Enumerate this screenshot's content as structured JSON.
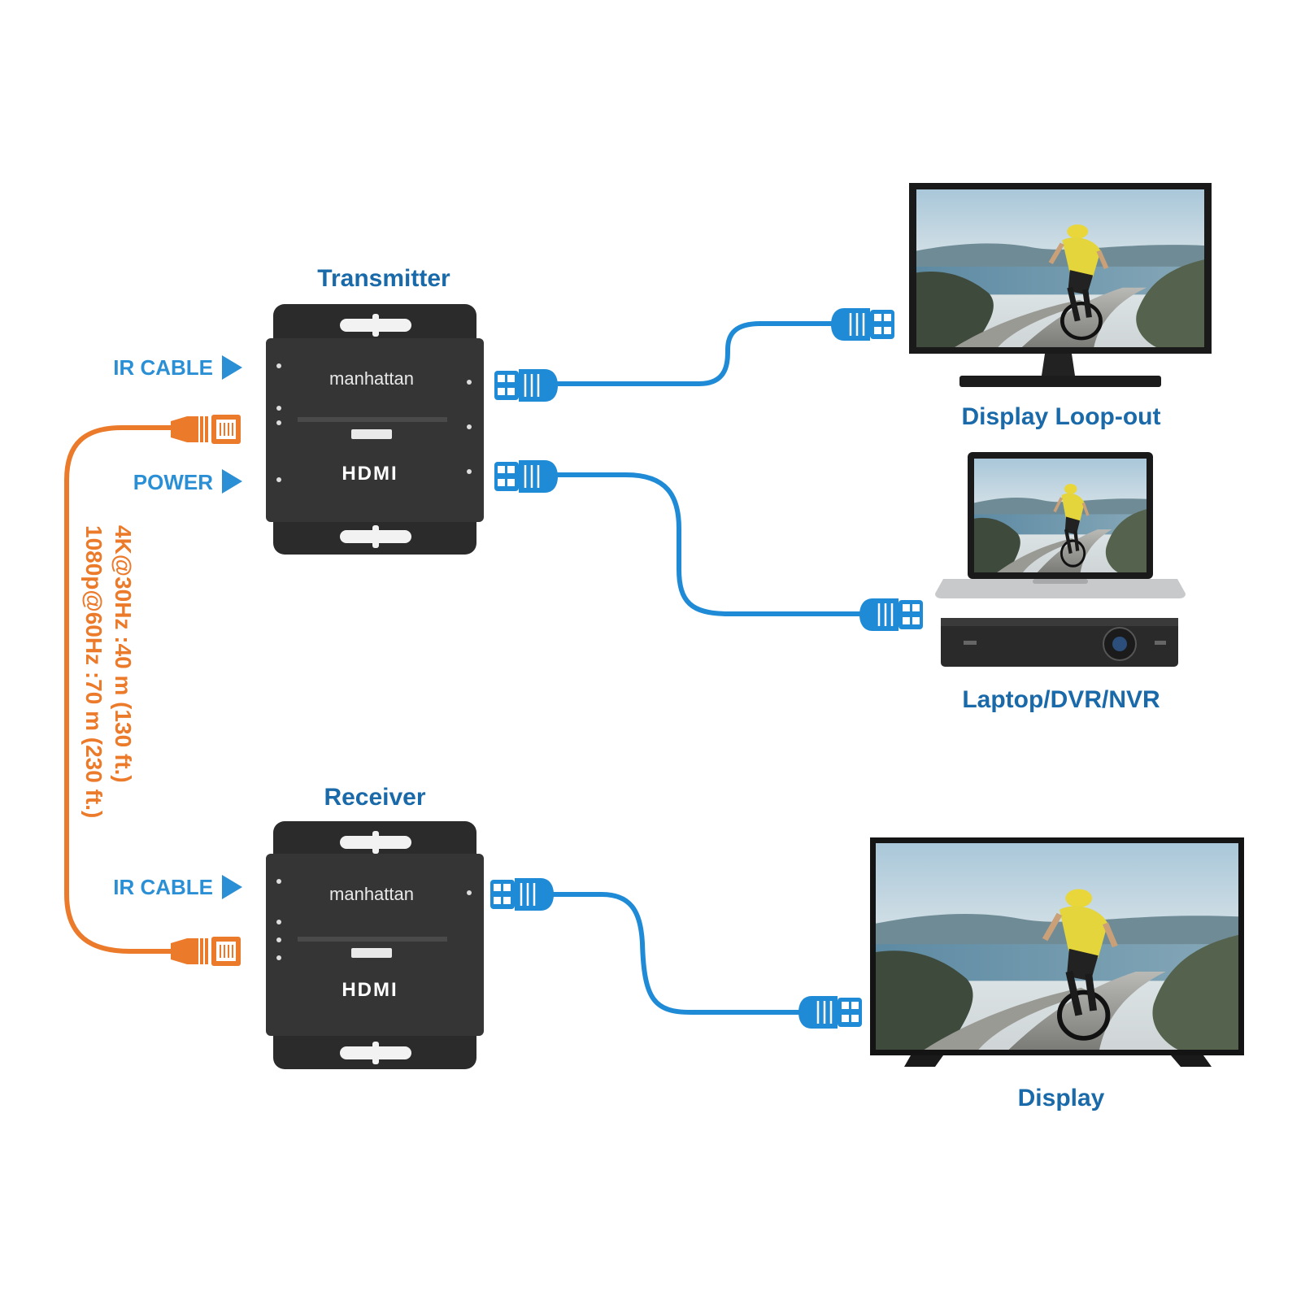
{
  "transmitter": {
    "title": "Transmitter",
    "brand": "manhattan",
    "logo": "HDMI",
    "ports": {
      "ir": "IR CABLE",
      "power": "POWER"
    }
  },
  "receiver": {
    "title": "Receiver",
    "brand": "manhattan",
    "logo": "HDMI",
    "ports": {
      "ir": "IR CABLE"
    }
  },
  "cable_spec": {
    "line1": "4K@30Hz :40 m (130 ft.)",
    "line2": "1080p@60Hz :70 m (230 ft.)"
  },
  "outputs": {
    "loop": "Display Loop-out",
    "source": "Laptop/DVR/NVR",
    "display": "Display"
  },
  "colors": {
    "hdmi_cable": "#1f8bd6",
    "ethernet_cable": "#ec7a2b",
    "label_blue": "#1a6aaa",
    "device_body": "#2e2e2e"
  },
  "icons": [
    "hdmi-plug-icon",
    "ethernet-plug-icon",
    "arrow-right-icon"
  ]
}
